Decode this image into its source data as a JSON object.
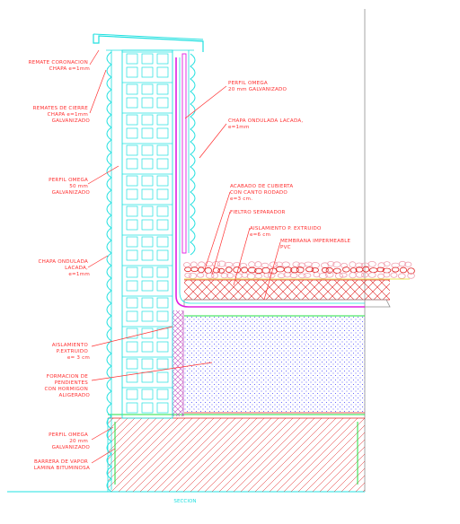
{
  "labels": {
    "remate_coronacion": [
      "REMATE CORONACION",
      "CHAPA e=1mm"
    ],
    "remates_cierre": [
      "REMATES DE CIERRE",
      "CHAPA e=1mm",
      "GALVANIZADO"
    ],
    "perfil_omega_50": [
      "PERFIL OMEGA",
      "50 mm",
      "GALVANIZADO"
    ],
    "chapa_ondulada_left": [
      "CHAPA ONDULADA",
      "LACADA,",
      "e=1mm"
    ],
    "aislamiento_left": [
      "AISLAMIENTO",
      "P.EXTRUIDO",
      "e= 3 cm"
    ],
    "formacion_pendientes": [
      "FORMACION DE",
      "PENDIENTES",
      "CON HORMIGON",
      "ALIGERADO"
    ],
    "perfil_omega_20_bottom": [
      "PERFIL OMEGA",
      "20 mm",
      "GALVANIZADO"
    ],
    "barrera_vapor": [
      "BARRERA DE VAPOR",
      "LAMINA BITUMINOSA"
    ],
    "perfil_omega_20_top": [
      "PERFIL OMEGA",
      "20 mm GALVANIZADO"
    ],
    "chapa_ondulada_right": [
      "CHAPA ONDULADA LACADA,",
      "e=1mm"
    ],
    "acabado_cubierta": [
      "ACABADO DE CUBIERTA",
      "CON CANTO RODADO",
      "e=3 cm."
    ],
    "fieltro": [
      "FIELTRO SEPARADOR"
    ],
    "aislamiento_right": [
      "AISLAMIENTO P. EXTRUIDO",
      "e=6 cm"
    ],
    "membrana": [
      "MEMBRANA IMPERMEABLE",
      "PVC"
    ]
  },
  "title": "SECCION",
  "colors": {
    "background": "#ffffff",
    "label": "#ff3030",
    "leader": "#ff3030",
    "cyan": "#20e0e0",
    "magenta": "#e020e0",
    "green": "#20e040",
    "blue_dots": "#2020ff",
    "hatch_red": "#e02020",
    "hatch_purple": "#c050c0",
    "gravel": "#f0a0b0",
    "gray": "#909090"
  }
}
